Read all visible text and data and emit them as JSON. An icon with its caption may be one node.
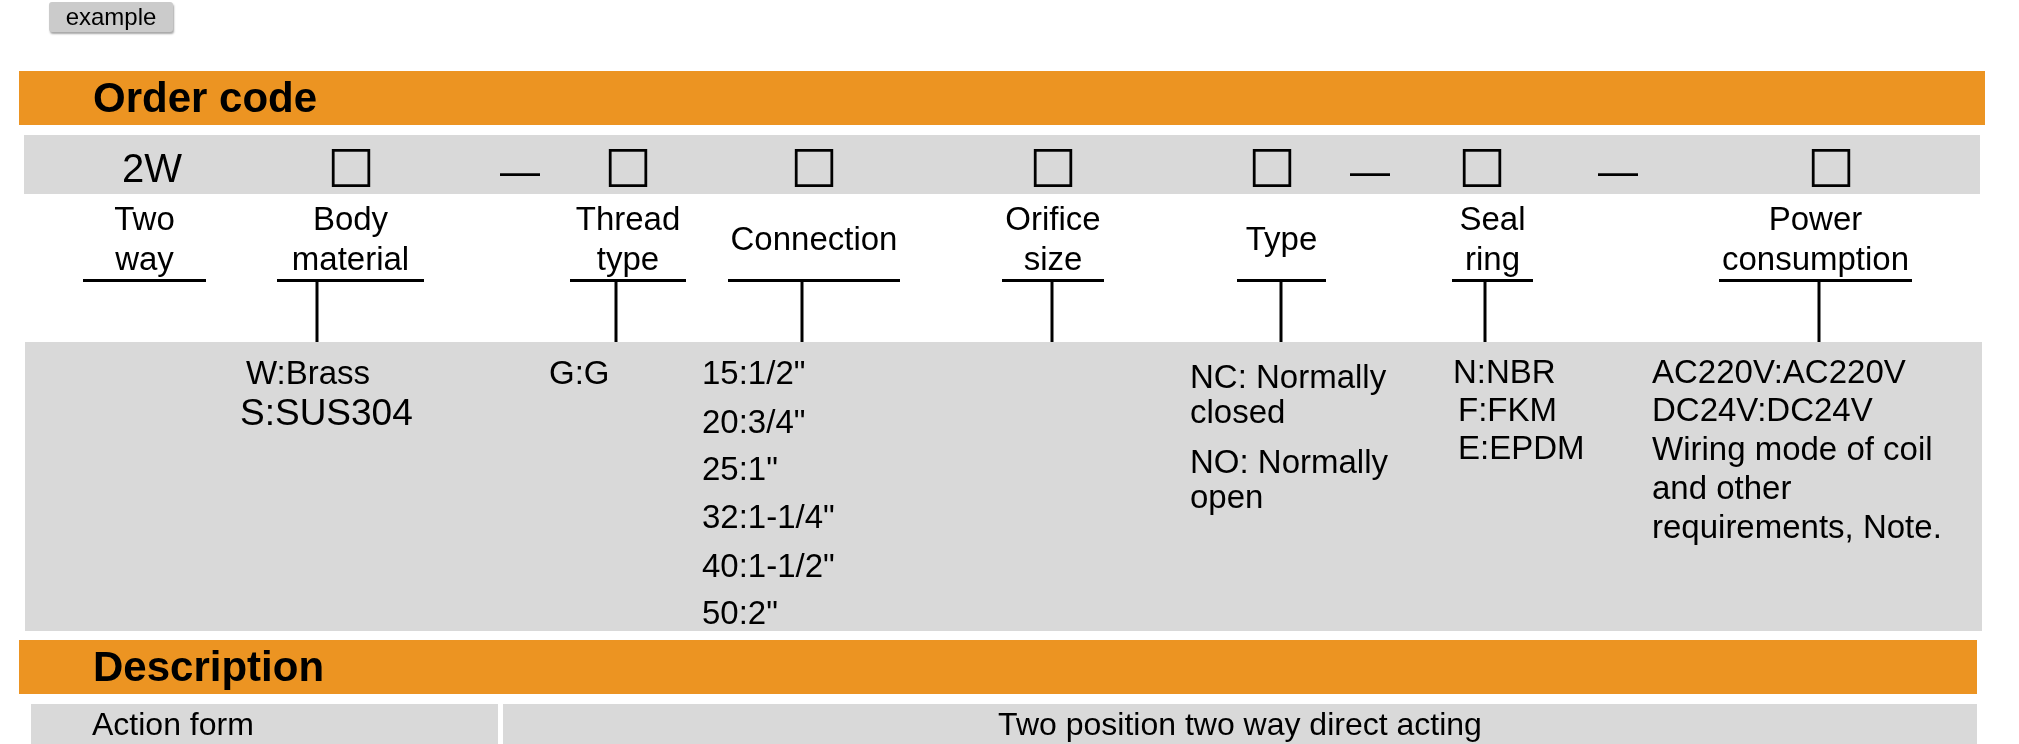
{
  "diagram": {
    "nodes": [
      {
        "text": [
          "example"
        ]
      },
      {
        "text": [
          "Order code"
        ]
      },
      {
        "text": [
          "2W",
          "□",
          "—",
          "□",
          "□",
          "□",
          "□",
          "—",
          "□",
          "—",
          "□"
        ]
      },
      {
        "text": [
          "Two way"
        ]
      },
      {
        "text": [
          "Body material"
        ]
      },
      {
        "text": [
          "Thread type"
        ]
      },
      {
        "text": [
          "Connection"
        ]
      },
      {
        "text": [
          "Orifice size"
        ]
      },
      {
        "text": [
          "Type"
        ]
      },
      {
        "text": [
          "Seal ring"
        ]
      },
      {
        "text": [
          "Power consumption"
        ]
      },
      {
        "text": [],
        "shape": "box"
      },
      {
        "text": [
          "W:Brass",
          "S:SUS304"
        ],
        "in": 11
      },
      {
        "text": [
          "G:G"
        ],
        "in": 11
      },
      {
        "text": [
          "15:1/2\"",
          "20:3/4\"",
          "25:1\"",
          "32:1-1/4\"",
          "40:1-1/2\"",
          "50:2\""
        ],
        "in": 11
      },
      {
        "text": [
          "NC: Normally closed",
          "NO: Normally open"
        ],
        "in": 11
      },
      {
        "text": [
          "N:NBR",
          "F:FKM",
          "E:EPDM"
        ],
        "in": 11
      },
      {
        "text": [
          "AC220V:AC220V",
          "DC24V:DC24V",
          "Wiring mode of coil and other requirements, Note."
        ],
        "in": 11
      },
      {
        "text": [
          "Description"
        ]
      }
    ],
    "edges": [
      {
        "from": 4,
        "to": 12,
        "arrow": "none"
      },
      {
        "from": 5,
        "to": 13,
        "arrow": "none"
      },
      {
        "from": 6,
        "to": 14,
        "arrow": "none"
      },
      {
        "from": 7,
        "to": 11,
        "arrow": "none"
      },
      {
        "from": 8,
        "to": 15,
        "arrow": "none"
      },
      {
        "from": 9,
        "to": 16,
        "arrow": "none"
      },
      {
        "from": 10,
        "to": 17,
        "arrow": "none"
      }
    ],
    "labels": [
      "Action form",
      "Two position two way direct acting"
    ]
  }
}
